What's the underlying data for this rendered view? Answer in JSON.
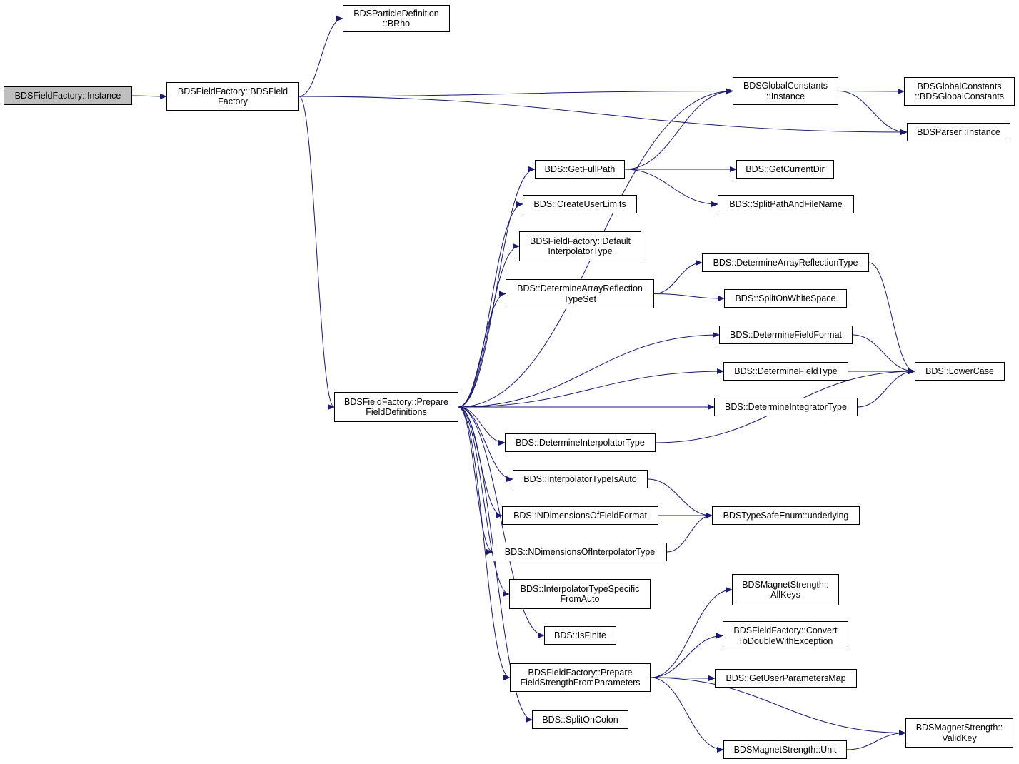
{
  "graph": {
    "colors": {
      "edge": "#191970",
      "border": "#000000",
      "root_fill": "#bfbfbf",
      "fill": "#ffffff"
    },
    "nodes": [
      {
        "id": "n0",
        "lines": [
          "BDSFieldFactory::Instance"
        ],
        "root": true
      },
      {
        "id": "n1",
        "lines": [
          "BDSFieldFactory::BDSField",
          "Factory"
        ]
      },
      {
        "id": "n2",
        "lines": [
          "BDSParticleDefinition",
          "::BRho"
        ]
      },
      {
        "id": "n3",
        "lines": [
          "BDSGlobalConstants",
          "::Instance"
        ]
      },
      {
        "id": "n4",
        "lines": [
          "BDSGlobalConstants",
          "::BDSGlobalConstants"
        ]
      },
      {
        "id": "n5",
        "lines": [
          "BDSParser::Instance"
        ]
      },
      {
        "id": "n6",
        "lines": [
          "BDSFieldFactory::Prepare",
          "FieldDefinitions"
        ]
      },
      {
        "id": "n7",
        "lines": [
          "BDS::GetFullPath"
        ]
      },
      {
        "id": "n8",
        "lines": [
          "BDS::GetCurrentDir"
        ]
      },
      {
        "id": "n9",
        "lines": [
          "BDS::SplitPathAndFileName"
        ]
      },
      {
        "id": "n10",
        "lines": [
          "BDS::CreateUserLimits"
        ]
      },
      {
        "id": "n11",
        "lines": [
          "BDSFieldFactory::Default",
          "InterpolatorType"
        ]
      },
      {
        "id": "n12",
        "lines": [
          "BDS::DetermineArrayReflection",
          "TypeSet"
        ]
      },
      {
        "id": "n13",
        "lines": [
          "BDS::DetermineArrayReflectionType"
        ]
      },
      {
        "id": "n14",
        "lines": [
          "BDS::SplitOnWhiteSpace"
        ]
      },
      {
        "id": "n15",
        "lines": [
          "BDS::LowerCase"
        ]
      },
      {
        "id": "n16",
        "lines": [
          "BDS::DetermineFieldFormat"
        ]
      },
      {
        "id": "n17",
        "lines": [
          "BDS::DetermineFieldType"
        ]
      },
      {
        "id": "n18",
        "lines": [
          "BDS::DetermineIntegratorType"
        ]
      },
      {
        "id": "n19",
        "lines": [
          "BDS::DetermineInterpolatorType"
        ]
      },
      {
        "id": "n20",
        "lines": [
          "BDS::InterpolatorTypeIsAuto"
        ]
      },
      {
        "id": "n21",
        "lines": [
          "BDSTypeSafeEnum::underlying"
        ]
      },
      {
        "id": "n22",
        "lines": [
          "BDS::NDimensionsOfFieldFormat"
        ]
      },
      {
        "id": "n23",
        "lines": [
          "BDS::NDimensionsOfInterpolatorType"
        ]
      },
      {
        "id": "n24",
        "lines": [
          "BDS::InterpolatorTypeSpecific",
          "FromAuto"
        ]
      },
      {
        "id": "n25",
        "lines": [
          "BDS::IsFinite"
        ]
      },
      {
        "id": "n26",
        "lines": [
          "BDSFieldFactory::Prepare",
          "FieldStrengthFromParameters"
        ]
      },
      {
        "id": "n27",
        "lines": [
          "BDSMagnetStrength::",
          "AllKeys"
        ]
      },
      {
        "id": "n28",
        "lines": [
          "BDSFieldFactory::Convert",
          "ToDoubleWithException"
        ]
      },
      {
        "id": "n29",
        "lines": [
          "BDS::GetUserParametersMap"
        ]
      },
      {
        "id": "n30",
        "lines": [
          "BDSMagnetStrength::",
          "ValidKey"
        ]
      },
      {
        "id": "n31",
        "lines": [
          "BDSMagnetStrength::Unit"
        ]
      },
      {
        "id": "n32",
        "lines": [
          "BDS::SplitOnColon"
        ]
      }
    ],
    "edges": [
      [
        "n0",
        "n1"
      ],
      [
        "n1",
        "n2"
      ],
      [
        "n1",
        "n3"
      ],
      [
        "n1",
        "n5"
      ],
      [
        "n1",
        "n6"
      ],
      [
        "n3",
        "n4"
      ],
      [
        "n3",
        "n5"
      ],
      [
        "n6",
        "n3"
      ],
      [
        "n6",
        "n7"
      ],
      [
        "n6",
        "n10"
      ],
      [
        "n6",
        "n11"
      ],
      [
        "n6",
        "n12"
      ],
      [
        "n6",
        "n16"
      ],
      [
        "n6",
        "n17"
      ],
      [
        "n6",
        "n18"
      ],
      [
        "n6",
        "n19"
      ],
      [
        "n6",
        "n20"
      ],
      [
        "n6",
        "n22"
      ],
      [
        "n6",
        "n23"
      ],
      [
        "n6",
        "n24"
      ],
      [
        "n6",
        "n25"
      ],
      [
        "n6",
        "n26"
      ],
      [
        "n6",
        "n32"
      ],
      [
        "n7",
        "n3"
      ],
      [
        "n7",
        "n8"
      ],
      [
        "n7",
        "n9"
      ],
      [
        "n12",
        "n13"
      ],
      [
        "n12",
        "n14"
      ],
      [
        "n13",
        "n15"
      ],
      [
        "n16",
        "n15"
      ],
      [
        "n17",
        "n15"
      ],
      [
        "n18",
        "n15"
      ],
      [
        "n19",
        "n15"
      ],
      [
        "n20",
        "n21"
      ],
      [
        "n22",
        "n21"
      ],
      [
        "n23",
        "n21"
      ],
      [
        "n26",
        "n27"
      ],
      [
        "n26",
        "n28"
      ],
      [
        "n26",
        "n29"
      ],
      [
        "n26",
        "n30"
      ],
      [
        "n26",
        "n31"
      ],
      [
        "n31",
        "n30"
      ]
    ]
  }
}
